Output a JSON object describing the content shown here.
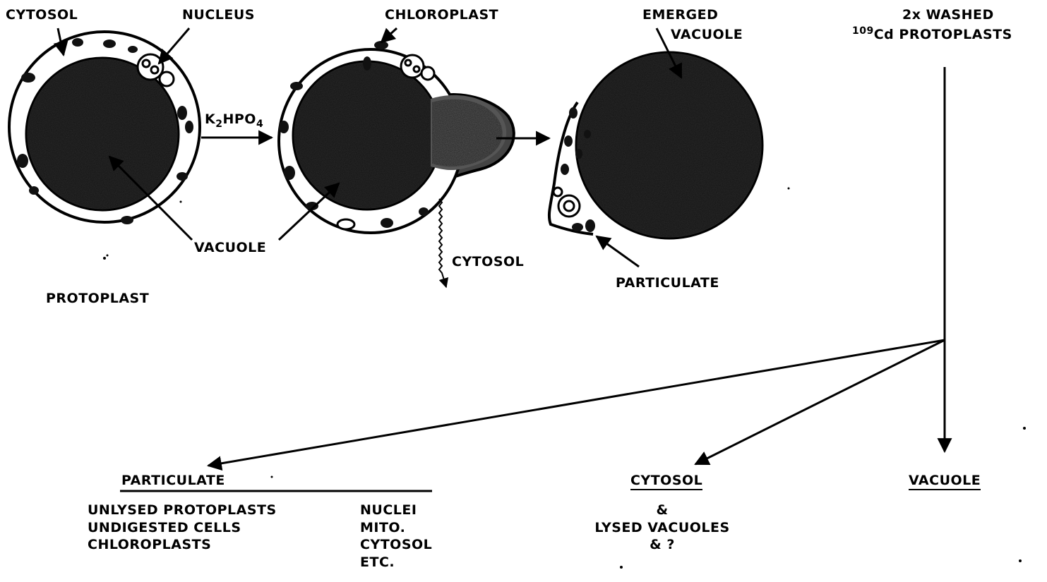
{
  "labels": {
    "cytosol_top": "CYTOSOL",
    "nucleus": "NUCLEUS",
    "chloroplast": "CHLOROPLAST",
    "emerged_line1": "EMERGED",
    "emerged_line2": "VACUOLE",
    "washed_line1": "2x WASHED",
    "washed_sup": "109",
    "washed_line2": "Cd PROTOPLASTS",
    "reagent_main": "K",
    "reagent_sub1": "2",
    "reagent_mid": "HPO",
    "reagent_sub2": "4",
    "vacuole": "VACUOLE",
    "cytosol_mid": "CYTOSOL",
    "particulate_mid": "PARTICULATE",
    "protoplast": "PROTOPLAST"
  },
  "fractions": {
    "particulate": {
      "title": "PARTICULATE",
      "col1": [
        "UNLYSED PROTOPLASTS",
        "UNDIGESTED CELLS",
        "CHLOROPLASTS"
      ],
      "col2": [
        "NUCLEI",
        "MITO.",
        "CYTOSOL",
        "ETC."
      ]
    },
    "cytosol": {
      "title": "CYTOSOL",
      "lines": [
        "&",
        "LYSED VACUOLES",
        "& ?"
      ]
    },
    "vacuole": {
      "title": "VACUOLE"
    }
  }
}
